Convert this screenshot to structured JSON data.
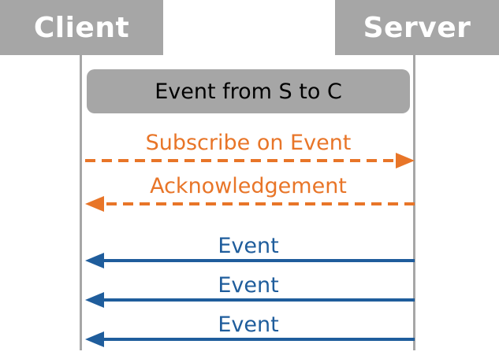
{
  "lanes": {
    "client": "Client",
    "server": "Server"
  },
  "note": "Event from S to C",
  "messages": [
    {
      "label": "Subscribe on Event",
      "direction": "client-to-server",
      "style": "dashed",
      "color": "#e87528"
    },
    {
      "label": "Acknowledgement",
      "direction": "server-to-client",
      "style": "dashed",
      "color": "#e87528"
    },
    {
      "label": "Event",
      "direction": "server-to-client",
      "style": "solid",
      "color": "#1f5d9c"
    },
    {
      "label": "Event",
      "direction": "server-to-client",
      "style": "solid",
      "color": "#1f5d9c"
    },
    {
      "label": "Event",
      "direction": "server-to-client",
      "style": "solid",
      "color": "#1f5d9c"
    }
  ],
  "colors": {
    "header": "#a6a6a6",
    "orange": "#e87528",
    "blue": "#1f5d9c"
  }
}
